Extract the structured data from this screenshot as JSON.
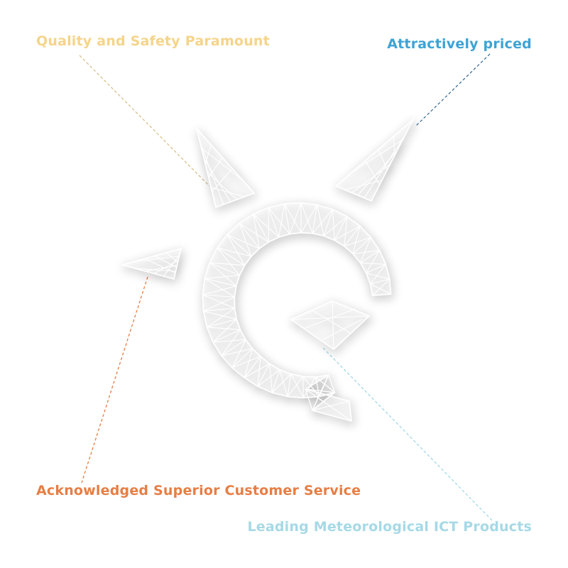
{
  "labels": {
    "quality": {
      "text": "Quality and Safety Paramount",
      "color": "#f5d48a"
    },
    "price": {
      "text": "Attractively priced",
      "color": "#3ea3d4"
    },
    "service": {
      "text": "Acknowledged Superior Customer Service",
      "color": "#e67e45"
    },
    "ict": {
      "text": "Leading Meteorological ICT Products",
      "color": "#a6d9e6"
    }
  },
  "leader_colors": {
    "quality": "#d8c08c",
    "price": "#3f6f95",
    "service": "#e67e45",
    "ict": "#a6d9e6"
  },
  "logo": {
    "stroke": "#ffffff",
    "shadow": "#9a9a9a"
  }
}
